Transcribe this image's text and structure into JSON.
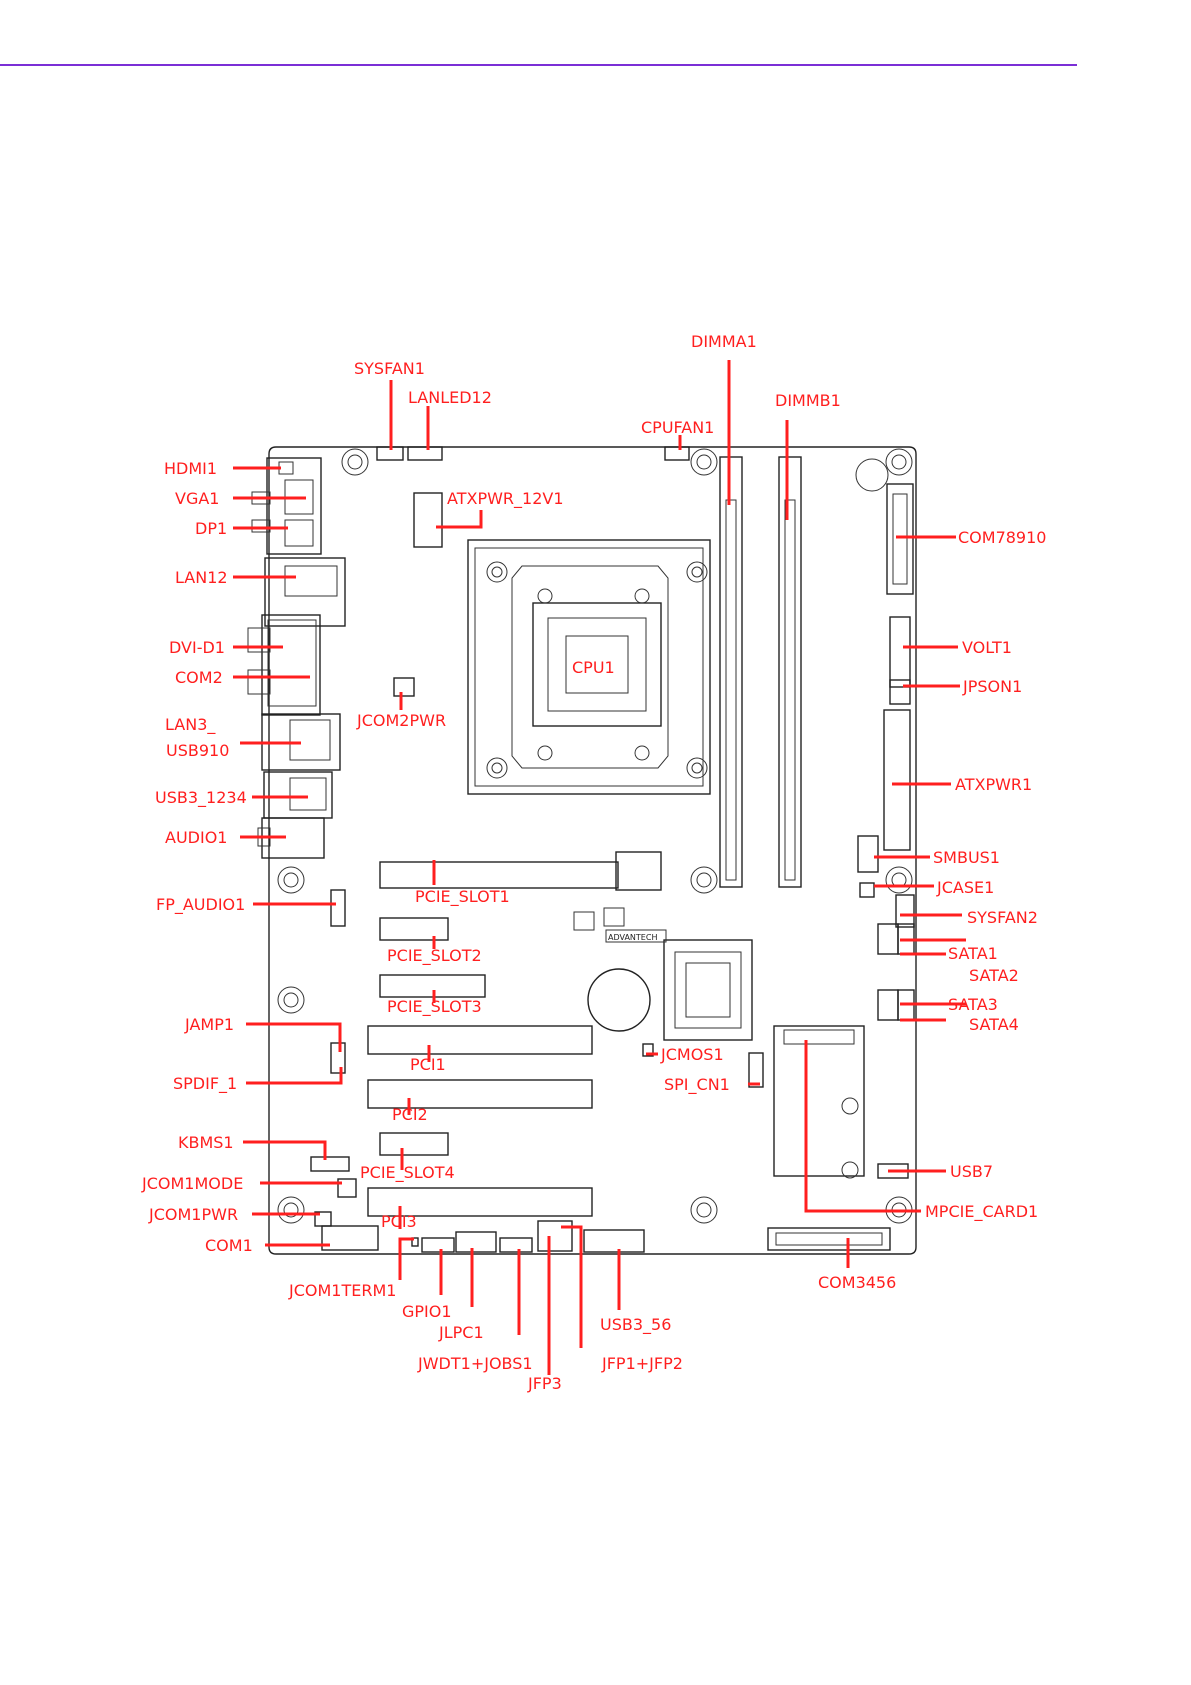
{
  "colors": {
    "rule": "#7b2fd6",
    "label": "#ff1f1f",
    "board": "#222222"
  },
  "labels": {
    "sysfan1": "SYSFAN1",
    "lanled12": "LANLED12",
    "cpufan1": "CPUFAN1",
    "dimma1": "DIMMA1",
    "dimmb1": "DIMMB1",
    "atxpwr_12v1": "ATXPWR_12V1",
    "hdmi1": "HDMI1",
    "vga1": "VGA1",
    "dp1": "DP1",
    "lan12": "LAN12",
    "dvi_d1": "DVI-D1",
    "com2": "COM2",
    "jcom2pwr": "JCOM2PWR",
    "lan3_line1": "LAN3_",
    "lan3_line2": "USB910",
    "usb3_1234": "USB3_1234",
    "audio1": "AUDIO1",
    "fp_audio1": "FP_AUDIO1",
    "jamp1": "JAMP1",
    "spdif_1": "SPDIF_1",
    "kbms1": "KBMS1",
    "jcom1mode": "JCOM1MODE",
    "jcom1pwr": "JCOM1PWR",
    "com1": "COM1",
    "jcom1term1": "JCOM1TERM1",
    "gpio1": "GPIO1",
    "jlpc1": "JLPC1",
    "jwdt1_jobs1": "JWDT1+JOBS1",
    "jfp3": "JFP3",
    "jfp1_jfp2": "JFP1+JFP2",
    "usb3_56": "USB3_56",
    "com3456": "COM3456",
    "mpcie_card1": "MPCIE_CARD1",
    "usb7": "USB7",
    "sata1": "SATA1",
    "sata2": "SATA2",
    "sata3": "SATA3",
    "sata4": "SATA4",
    "sysfan2": "SYSFAN2",
    "jcase1": "JCASE1",
    "smbus1": "SMBUS1",
    "atxpwr1": "ATXPWR1",
    "jpson1": "JPSON1",
    "volt1": "VOLT1",
    "com78910": "COM78910",
    "cpu1": "CPU1",
    "pcie_slot1": "PCIE_SLOT1",
    "pcie_slot2": "PCIE_SLOT2",
    "pcie_slot3": "PCIE_SLOT3",
    "pcie_slot4": "PCIE_SLOT4",
    "pci1": "PCI1",
    "pci2": "PCI2",
    "pci3": "PCI3",
    "jcmos1": "JCMOS1",
    "spi_cn1": "SPI_CN1"
  },
  "board_marks": {
    "vendor_logo": "ADVANTECH"
  }
}
